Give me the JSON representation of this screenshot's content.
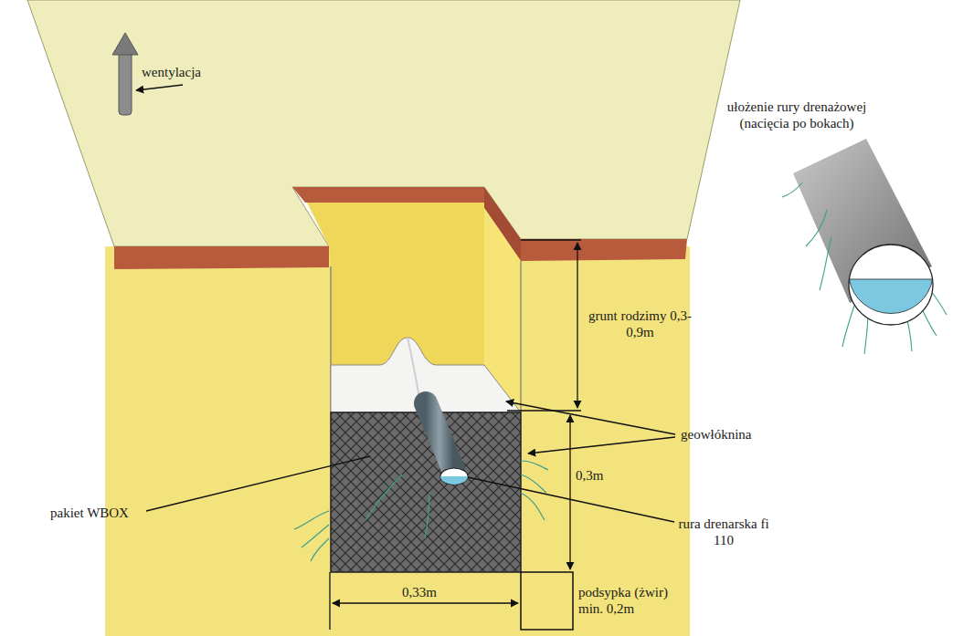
{
  "diagram": {
    "labels": [
      "wentylacja",
      "ułożenie rury drenażowej (nacięcia po bokach)",
      "grunt rodzimy 0,3-0,9m",
      "geowłóknina",
      "0,3m",
      "pakiet WBOX",
      "rura drenarska fi 110",
      "0,33m",
      "podsypka (żwir) min. 0,2m"
    ]
  }
}
